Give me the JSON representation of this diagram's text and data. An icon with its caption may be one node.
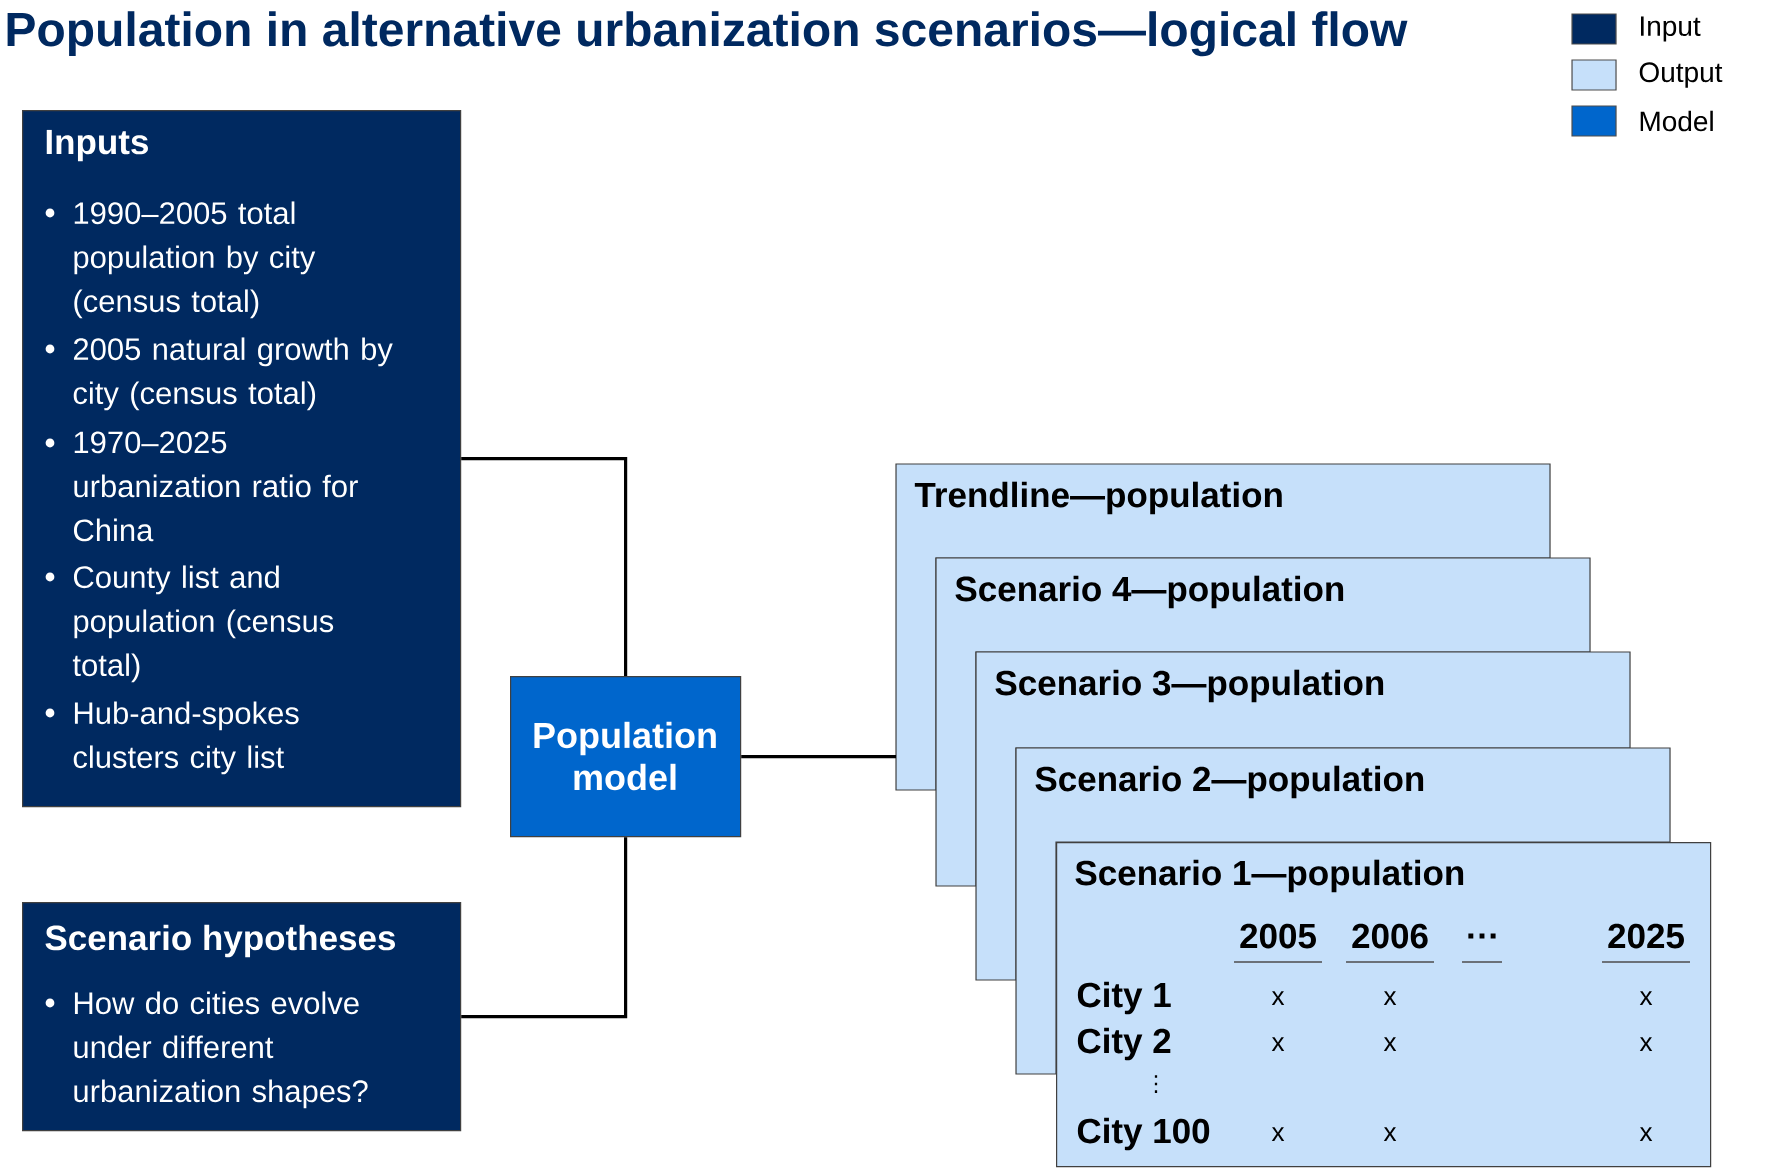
{
  "diagram": {
    "title": "Population in alternative urbanization scenarios—logical flow",
    "nodes": [
      {
        "text": [
          "Inputs",
          "1990–2005 total population by city (census total)",
          "2005 natural growth by city (census total)",
          "1970–2025 urbanization ratio for China",
          "County list and population (census total)",
          "Hub-and-spokes clusters city list"
        ]
      },
      {
        "text": [
          "Scenario hypotheses",
          "How do cities evolve under different urbanization shapes?"
        ]
      },
      {
        "text": [
          "Population model"
        ]
      },
      {
        "text": [
          "Trendline—population"
        ]
      },
      {
        "text": [
          "Scenario 4—population"
        ]
      },
      {
        "text": [
          "Scenario 3—population"
        ]
      },
      {
        "text": [
          "Scenario 2—population"
        ]
      },
      {
        "text": [
          "Scenario 1—population",
          "2005",
          "2006",
          "…",
          "2025",
          "City 1",
          "x",
          "x",
          "x",
          "City 2",
          "x",
          "x",
          "x",
          "⋮",
          "City 100",
          "x",
          "x",
          "x"
        ]
      }
    ],
    "edges": [
      {
        "from": 0,
        "to": 2,
        "arrow": "none"
      },
      {
        "from": 1,
        "to": 2,
        "arrow": "none"
      },
      {
        "from": 2,
        "to": 3,
        "arrow": "none"
      }
    ],
    "legend": [
      {
        "text": "Input",
        "color": "#002960"
      },
      {
        "text": "Output",
        "color": "#c6e0fa"
      },
      {
        "text": "Model",
        "color": "#0066cc"
      }
    ]
  }
}
